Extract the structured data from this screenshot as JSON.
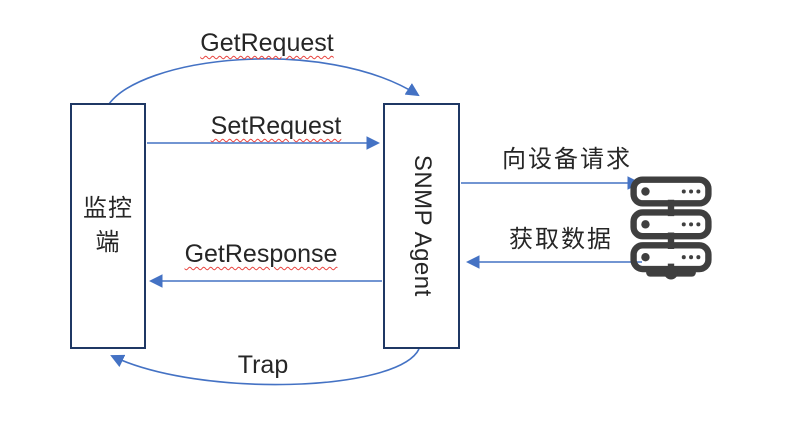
{
  "nodes": {
    "monitor": {
      "line1": "监控",
      "line2": "端"
    },
    "agent": {
      "label": "SNMP Agent"
    },
    "device": {
      "icon": "server-icon"
    }
  },
  "edges": {
    "get_request": "GetRequest",
    "set_request": "SetRequest",
    "get_response": "GetResponse",
    "trap": "Trap",
    "request_to_device": "向设备请求",
    "fetch_data": "获取数据"
  },
  "colors": {
    "box_border": "#1f3864",
    "arrow": "#4472c4",
    "text": "#262626",
    "misspell_underline": "#e8433e",
    "server_icon": "#3f3f3f"
  }
}
